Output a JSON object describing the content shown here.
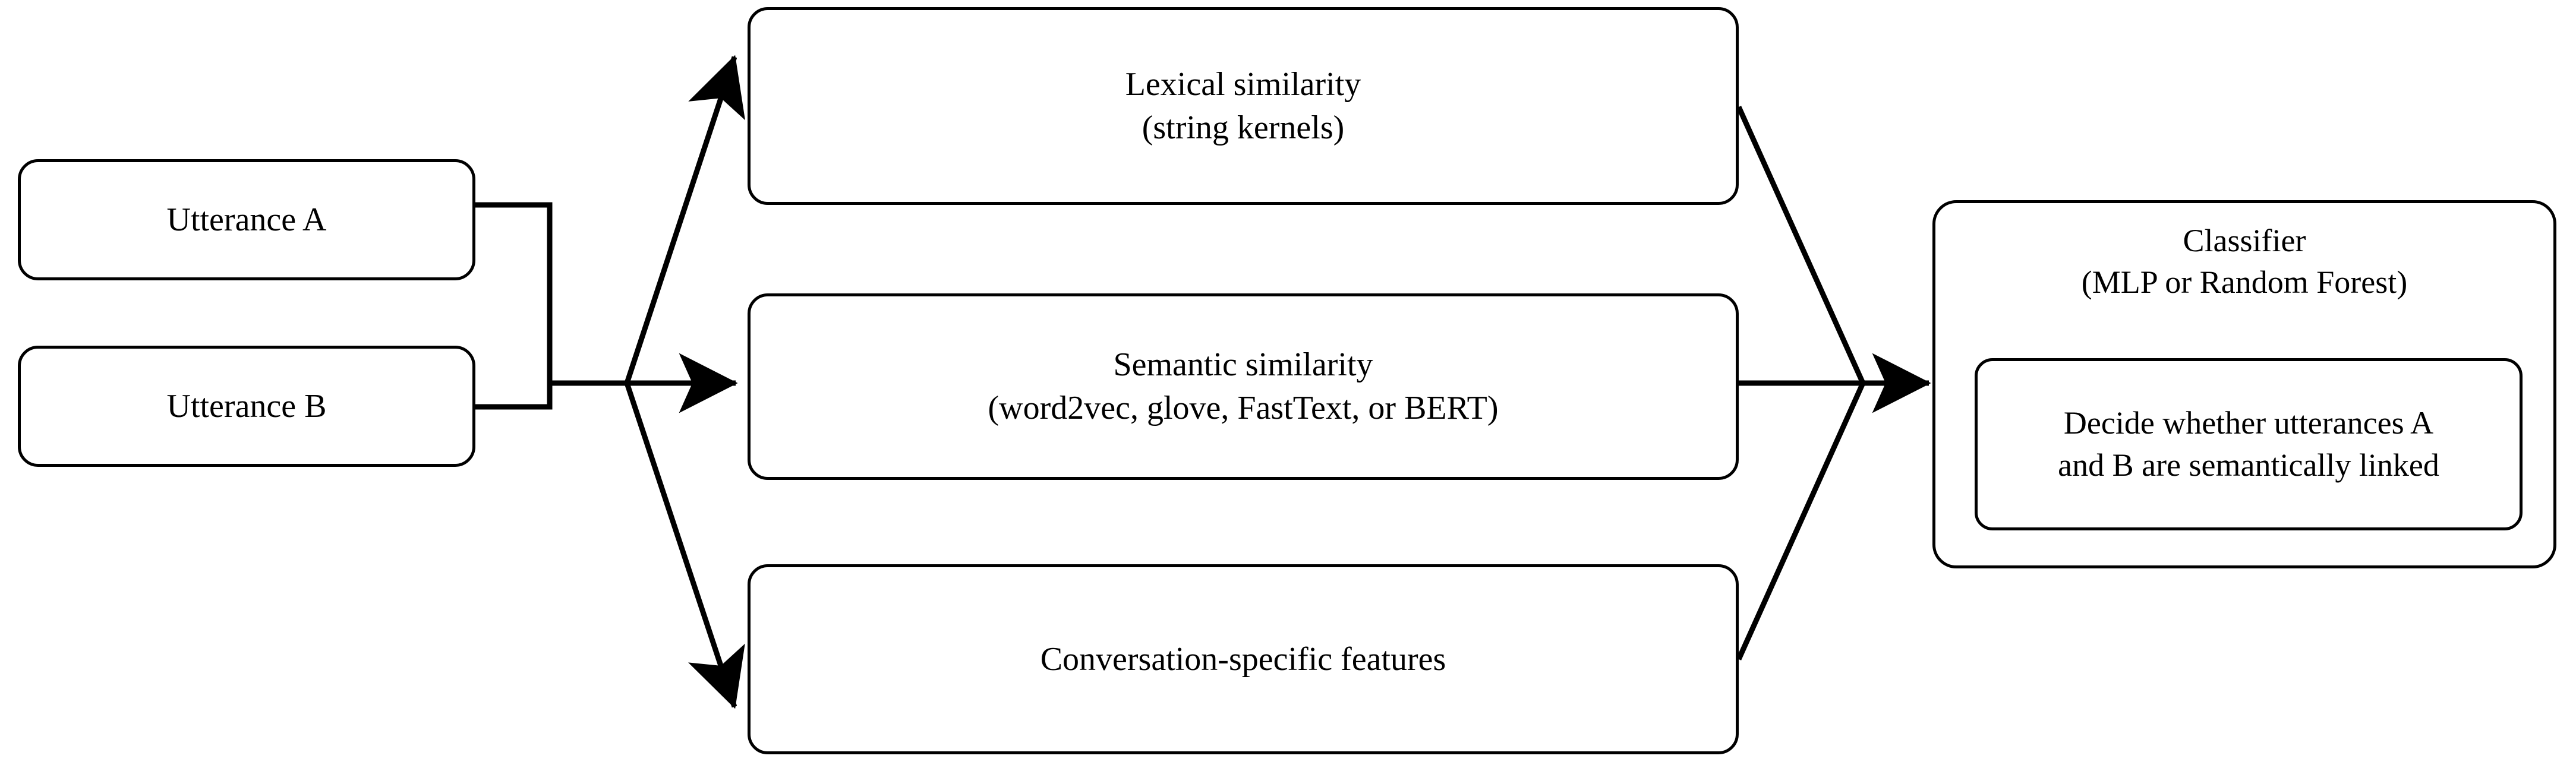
{
  "diagram": {
    "type": "flowchart",
    "orientation": "left-to-right",
    "background_color": "#ffffff",
    "stroke_color": "#000000",
    "nodes": {
      "utterance_a": {
        "label": "Utterance A"
      },
      "utterance_b": {
        "label": "Utterance B"
      },
      "lexical_similarity": {
        "line1": "Lexical similarity",
        "line2": "(string kernels)"
      },
      "semantic_similarity": {
        "line1": "Semantic similarity",
        "line2": "(word2vec, glove, FastText, or BERT)"
      },
      "conversation_features": {
        "line1": "Conversation-specific features"
      },
      "classifier": {
        "line1": "Classifier",
        "line2": "(MLP or Random Forest)",
        "decision": {
          "line1": "Decide whether utterances A",
          "line2": "and B are semantically linked"
        }
      }
    },
    "edges": [
      {
        "from": "utterance_a",
        "to": "merge_point",
        "style": "orthogonal",
        "arrowhead": false
      },
      {
        "from": "utterance_b",
        "to": "merge_point",
        "style": "orthogonal",
        "arrowhead": false
      },
      {
        "from": "merge_point",
        "to": "lexical_similarity",
        "style": "diagonal",
        "arrowhead": true
      },
      {
        "from": "merge_point",
        "to": "semantic_similarity",
        "style": "straight",
        "arrowhead": true
      },
      {
        "from": "merge_point",
        "to": "conversation_features",
        "style": "diagonal",
        "arrowhead": true
      },
      {
        "from": "lexical_similarity",
        "to": "join_point",
        "style": "diagonal",
        "arrowhead": false
      },
      {
        "from": "semantic_similarity",
        "to": "join_point",
        "style": "straight",
        "arrowhead": false
      },
      {
        "from": "conversation_features",
        "to": "join_point",
        "style": "diagonal",
        "arrowhead": false
      },
      {
        "from": "join_point",
        "to": "classifier",
        "style": "straight",
        "arrowhead": true
      }
    ]
  }
}
